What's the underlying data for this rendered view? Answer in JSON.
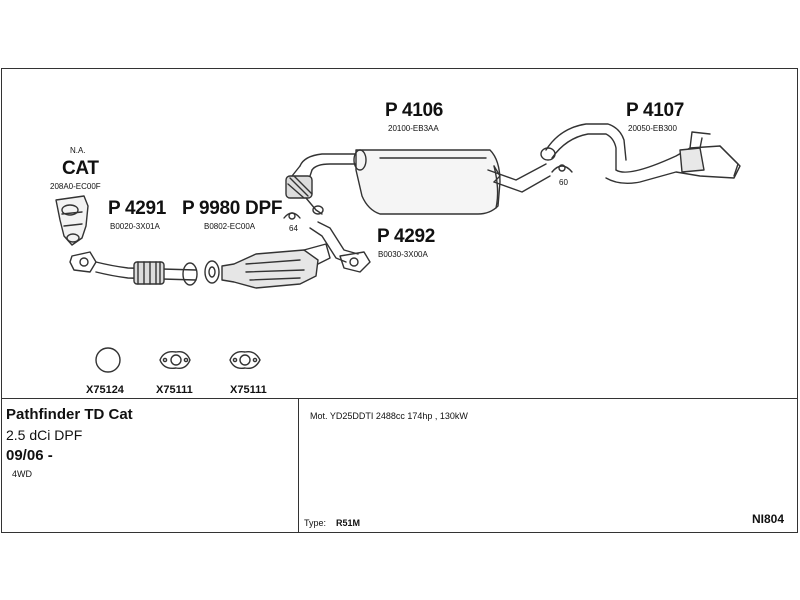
{
  "parts": {
    "cat": {
      "note": "N.A.",
      "title": "CAT",
      "code": "208A0-EC00F"
    },
    "p4291": {
      "title": "P 4291",
      "code": "B0020-3X01A"
    },
    "p9980": {
      "title": "P 9980 DPF",
      "code": "B0802-EC00A"
    },
    "p4106": {
      "title": "P 4106",
      "code": "20100-EB3AA"
    },
    "p4107": {
      "title": "P 4107",
      "code": "20050-EB300"
    },
    "p4292": {
      "title": "P 4292",
      "code": "B0030-3X00A"
    },
    "hanger64": "64",
    "hanger60": "60"
  },
  "accessories": [
    {
      "code": "X75124",
      "icon": "ring-icon"
    },
    {
      "code": "X75111",
      "icon": "gasket-icon"
    },
    {
      "code": "X75111",
      "icon": "gasket-icon"
    }
  ],
  "info": {
    "model": "Pathfinder TD Cat",
    "engine": "2.5 dCi DPF",
    "date": "09/06 -",
    "drive": "4WD",
    "motor": "Mot. YD25DDTI 2488cc 174hp , 130kW",
    "type_label": "Type:",
    "type_value": "R51M",
    "ref": "NI804"
  }
}
